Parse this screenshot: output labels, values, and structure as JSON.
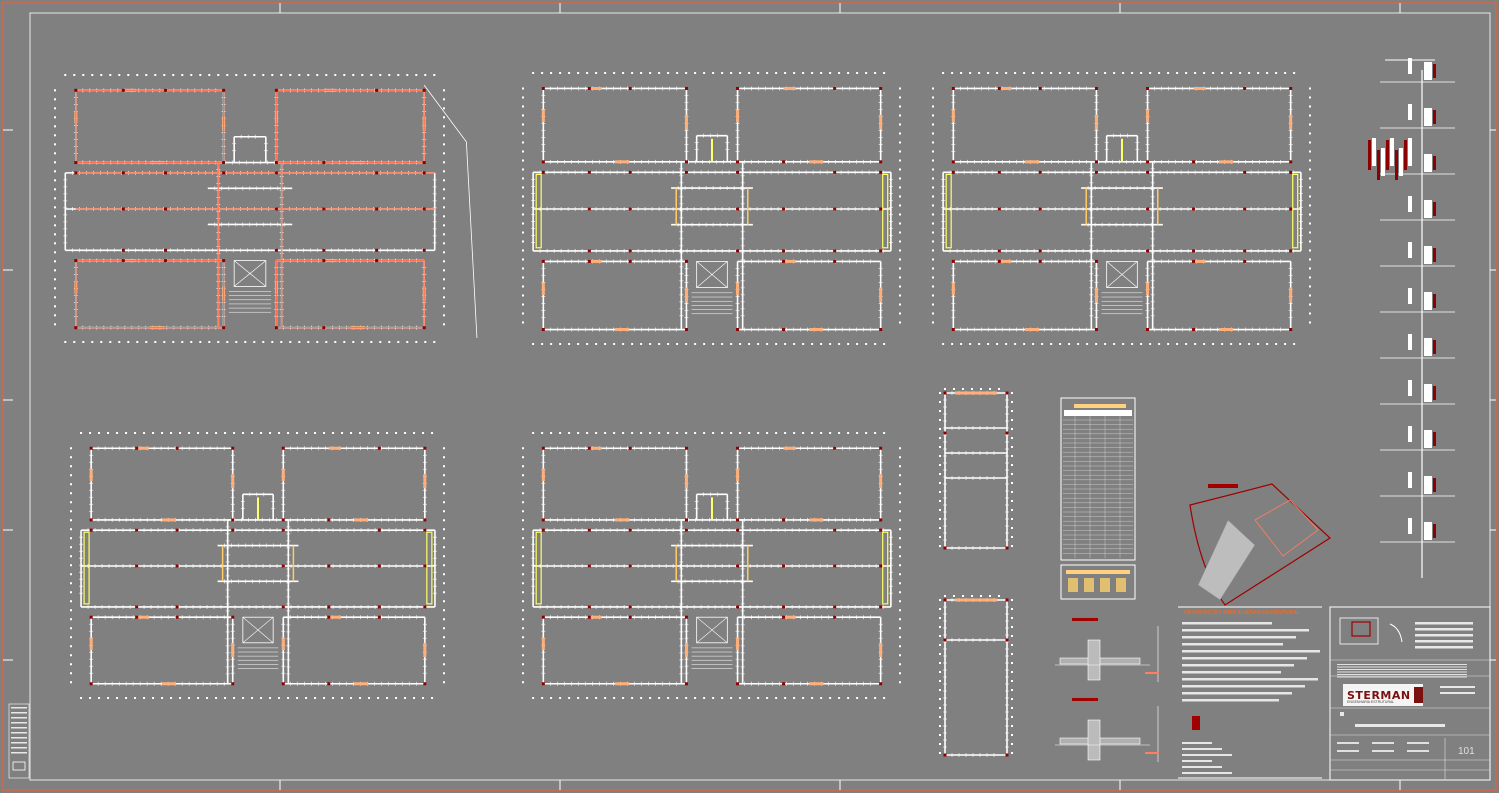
{
  "colors": {
    "background": "#808080",
    "border": "#ff5a2a",
    "wall": "#ffffff",
    "pillar": "#8b0000",
    "infill": "#ffb07a",
    "highlight": "#ffff66",
    "annotation": "#ff6a1a"
  },
  "plan_titles": [
    "",
    "",
    "",
    "",
    "",
    "",
    ""
  ],
  "notes": {
    "title": "OBSERVAÇÕES PARA ALVENARIA ESTRUTURAL"
  },
  "title_block": {
    "company": "STERMAN",
    "company_sub": "ENGENHARIA ESTRUTURAL",
    "sheet_number": "101"
  }
}
